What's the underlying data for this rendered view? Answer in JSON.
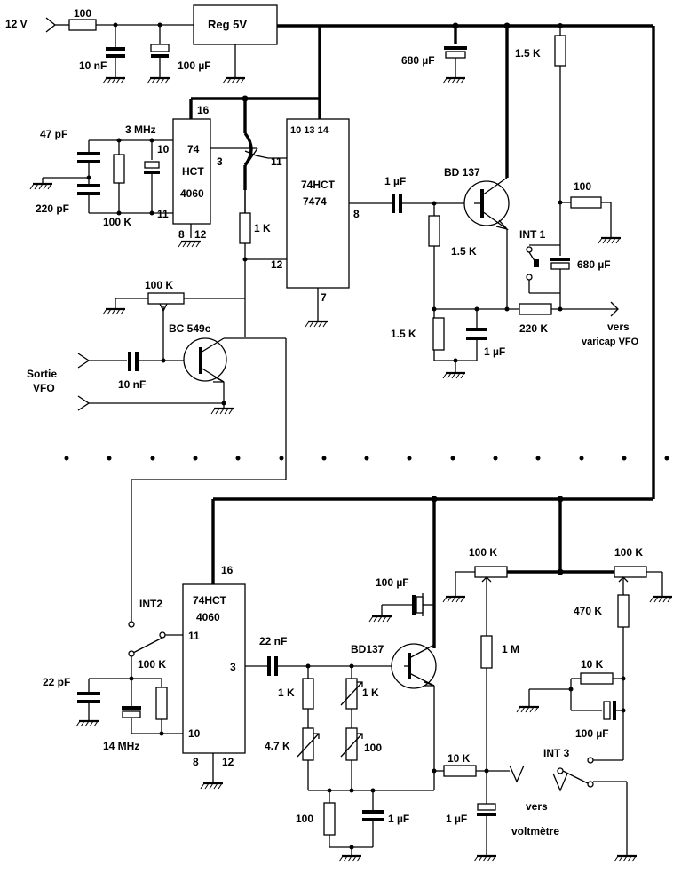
{
  "top": {
    "input_voltage": "12 V",
    "r_input": "100",
    "c_10n": "10 nF",
    "c_100u": "100 µF",
    "regulator": "Reg 5V",
    "c_680u_top": "680 µF",
    "r_1k5_collector": "1.5 K",
    "r_100_right": "100",
    "int1": "INT 1",
    "c_680u_right": "680 µF",
    "r_220k": "220 K",
    "out_vers": "vers",
    "out_varicap": "varicap VFO",
    "c_47p": "47 pF",
    "c_220p": "220 pF",
    "xtal_3mhz": "3 MHz",
    "r_100k_osc": "100 K",
    "ic1_line1": "74",
    "ic1_line2": "HCT",
    "ic1_line3": "4060",
    "ic1_pin16": "16",
    "ic1_pin10": "10",
    "ic1_pin11": "11",
    "ic1_pin3": "3",
    "ic1_pin8": "8",
    "ic1_pin12": "12",
    "ic2_line1": "74HCT",
    "ic2_line2": "7474",
    "ic2_pins_top": "10 13 14",
    "ic2_pin11": "11",
    "ic2_pin12": "12",
    "ic2_pin8": "8",
    "ic2_pin7": "7",
    "c_1u_coupling": "1 µF",
    "transistor_bd137": "BD 137",
    "r_1k5_base": "1.5 K",
    "r_1k5_bottom": "1.5 K",
    "c_1u_bottom": "1 µF",
    "r_1k": "1 K",
    "r_100k_pot": "100 K",
    "transistor_bc549": "BC 549c",
    "vfo_label1": "Sortie",
    "vfo_label2": "VFO",
    "c_10n_vfo": "10 nF"
  },
  "bottom": {
    "ic3_line1": "74HCT",
    "ic3_line2": "4060",
    "ic3_pin16": "16",
    "ic3_pin11": "11",
    "ic3_pin3": "3",
    "ic3_pin10": "10",
    "ic3_pin8": "8",
    "ic3_pin12": "12",
    "int2": "INT2",
    "r_100k": "100 K",
    "c_22p": "22 pF",
    "xtal_14mhz": "14 MHz",
    "c_22n": "22 nF",
    "c_100u": "100 µF",
    "transistor_bd137": "BD137",
    "r_1k_left": "1 K",
    "r_1k_right": "1 K",
    "r_4k7": "4.7 K",
    "r_100_trim": "100",
    "r_100_bottom": "100",
    "c_1u_bottom": "1 µF",
    "r_10k_out": "10 K",
    "c_1u_out": "1 µF",
    "out_vers": "vers",
    "out_voltmetre": "voltmètre",
    "pot_100k_left": "100 K",
    "pot_100k_right": "100 K",
    "r_1m": "1 M",
    "r_470k": "470 K",
    "r_10k_right": "10 K",
    "c_100u_right": "100 µF",
    "int3": "INT 3"
  }
}
